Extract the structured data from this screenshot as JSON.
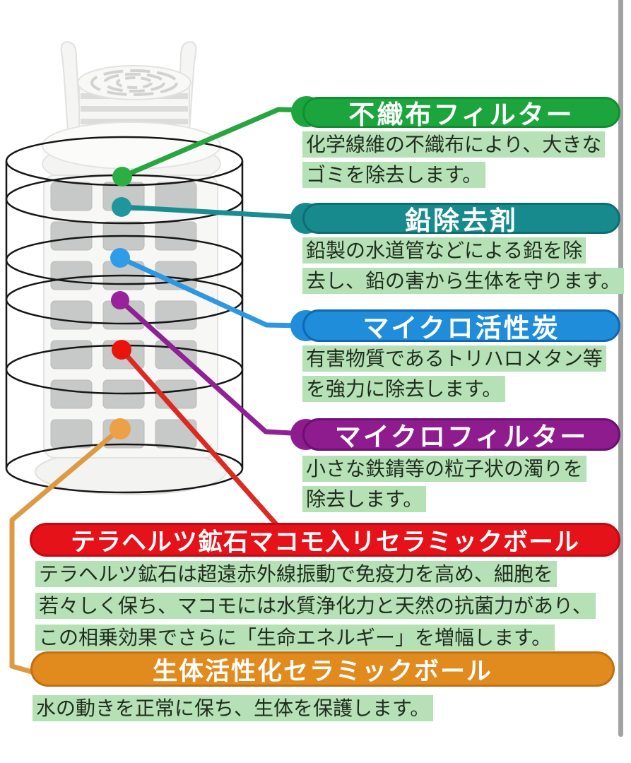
{
  "diagram": {
    "subject": "water-filter-cartridge-layers",
    "highlight_color": "#b6e0b5",
    "scrollbar_color": "#a1a3a2"
  },
  "sections": [
    {
      "id": "nonwoven-filter",
      "title": "不織布フィルター",
      "color": "#1da53d",
      "desc_lines": [
        "化学線維の不織布により、大きな",
        "ゴミを除去します。"
      ]
    },
    {
      "id": "lead-remover",
      "title": "鉛除去剤",
      "color": "#178a8e",
      "desc_lines": [
        "鉛製の水道管などによる鉛を除",
        "去し、鉛の害から生体を守ります。"
      ]
    },
    {
      "id": "micro-activated-carbon",
      "title": "マイクロ活性炭",
      "color": "#1f8dda",
      "desc_lines": [
        "有害物質であるトリハロメタン等",
        "を強力に除去します。"
      ]
    },
    {
      "id": "micro-filter",
      "title": "マイクロフィルター",
      "color": "#8e1c8e",
      "desc_lines": [
        "小さな鉄錆等の粒子状の濁りを",
        "除去します。"
      ]
    },
    {
      "id": "terahertz-ceramic-ball",
      "title": "テラヘルツ鉱石マコモ入リセラミックボール",
      "color": "#e5121a",
      "desc_lines": [
        "テラヘルツ鉱石は超遠赤外線振動で免疫力を高め、細胞を",
        "若々しく保ち、マコモには水質浄化力と天然の抗菌力があり、",
        "この相乗効果でさらに「生命エネルギー」を増幅します。"
      ]
    },
    {
      "id": "bio-activating-ceramic-ball",
      "title": "生体活性化セラミックボール",
      "color": "#e18a1e",
      "desc_lines": [
        "水の動きを正常に保ち、生体を保護します。"
      ]
    }
  ]
}
